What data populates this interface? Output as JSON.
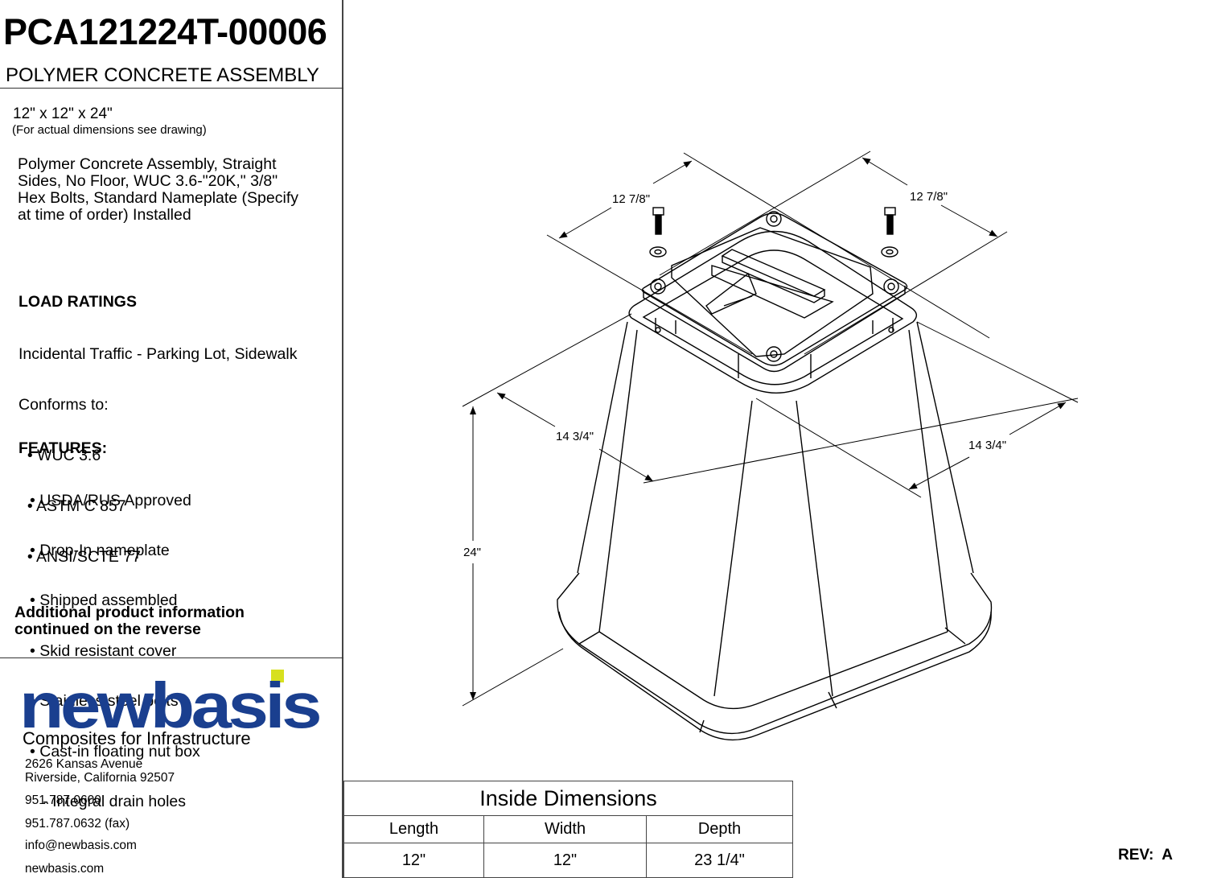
{
  "header": {
    "part_number": "PCA121224T-00006",
    "product_name": "POLYMER CONCRETE ASSEMBLY"
  },
  "size": {
    "nominal": "12\" x 12\" x 24\"",
    "note": "(For actual dimensions see drawing)"
  },
  "description": [
    "Polymer Concrete Assembly, Straight",
    "Sides, No Floor, WUC 3.6-\"20K,\" 3/8\"",
    "Hex Bolts, Standard Nameplate (Specify",
    "at time of order) Installed"
  ],
  "load_ratings": {
    "title": "LOAD RATINGS",
    "lines": [
      "Incidental Traffic - Parking Lot, Sidewalk",
      "Conforms to:",
      "  • WUC 3.6",
      "  • ASTM C 857",
      "  • ANSI/SCTE 77"
    ]
  },
  "features": {
    "title": "FEATURES:",
    "lines": [
      "• USDA/RUS Approved",
      "• Drop-In nameplate",
      "• Shipped assembled",
      "• Skid resistant cover",
      "• Stainless steel bolts",
      "• Cast-in floating nut box",
      "   - Integral drain holes"
    ]
  },
  "additional": [
    "Additional product information",
    "continued on the reverse"
  ],
  "company": {
    "logo_text": "newbasis",
    "tagline": "Composites for Infrastructure",
    "address_line1": "2626 Kansas Avenue",
    "address_line2": "Riverside, California  92507",
    "phone": "951.787.0600",
    "fax": "951.787.0632 (fax)",
    "email": "info@newbasis.com",
    "website": "newbasis.com",
    "brand_color": "#1a3f8f",
    "accent_color": "#d7e01f"
  },
  "drawing": {
    "dim_top_left": "12 7/8\"",
    "dim_top_right": "12 7/8\"",
    "dim_bottom_left": "14 3/4\"",
    "dim_bottom_right": "14 3/4\"",
    "dim_height": "24\""
  },
  "inside_dimensions": {
    "title": "Inside Dimensions",
    "headers": [
      "Length",
      "Width",
      "Depth"
    ],
    "values": [
      "12\"",
      "12\"",
      "23 1/4\""
    ]
  },
  "revision": {
    "label": "REV:  A"
  }
}
